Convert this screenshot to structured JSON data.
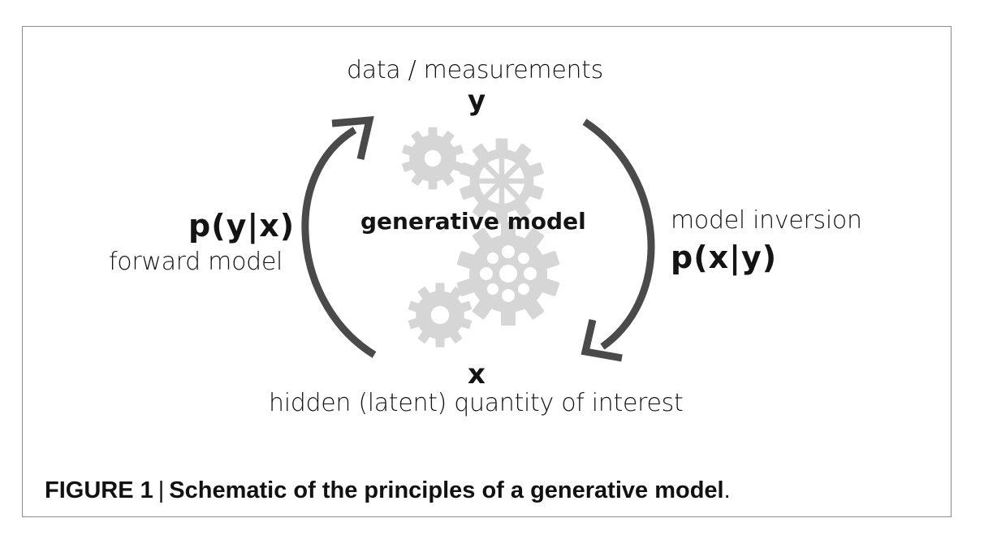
{
  "diagram": {
    "top": {
      "label": "data / measurements",
      "symbol": "y"
    },
    "bottom": {
      "symbol": "x",
      "label": "hidden (latent) quantity of interest"
    },
    "left": {
      "formula": "p(y|x)",
      "label": "forward model"
    },
    "right": {
      "label": "model inversion",
      "formula": "p(x|y)"
    },
    "center": {
      "label": "generative model"
    },
    "icons": [
      "gears-icon"
    ],
    "colors": {
      "arrow": "#4a4a4a",
      "gear": "#d6d6d6",
      "frame": "#8c8c8c"
    }
  },
  "caption": {
    "figure_label": "FIGURE 1",
    "separator": "|",
    "text": "Schematic of the principles of a generative model",
    "end": "."
  }
}
